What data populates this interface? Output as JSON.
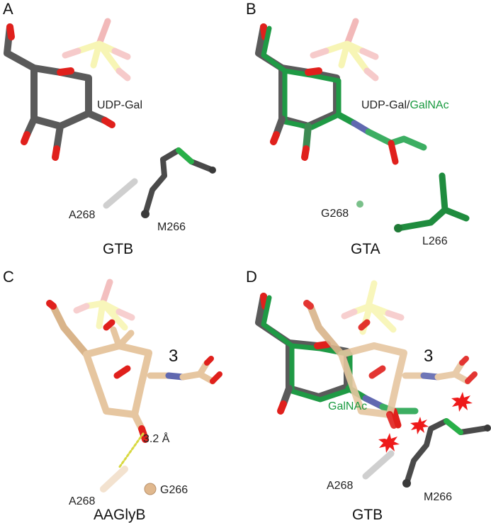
{
  "panels": {
    "a": {
      "letter": "A",
      "ligand_label": "UDP-Gal",
      "res1": "A268",
      "res2": "M266",
      "enzyme": "GTB"
    },
    "b": {
      "letter": "B",
      "ligand_label_part1": "UDP-Gal/",
      "ligand_label_part2": "GalNAc",
      "res1": "G268",
      "res2": "L266",
      "enzyme": "GTA"
    },
    "c": {
      "letter": "C",
      "compound": "3",
      "distance": "3.2 Å",
      "res1": "A268",
      "res2": "G266",
      "enzyme": "AAGlyB"
    },
    "d": {
      "letter": "D",
      "compound": "3",
      "ligand_label": "GalNAc",
      "res1": "A268",
      "res2": "M266",
      "enzyme": "GTB"
    }
  },
  "colors": {
    "carbon_gray": "#5a5a5a",
    "carbon_green": "#1f9a45",
    "carbon_wheat": "#e8c9a4",
    "oxygen": "#e0201c",
    "nitrogen": "#6068b0",
    "phosphate": "#f2ee7a",
    "clash": "#ee1a1a",
    "hbond": "#d8d840"
  }
}
